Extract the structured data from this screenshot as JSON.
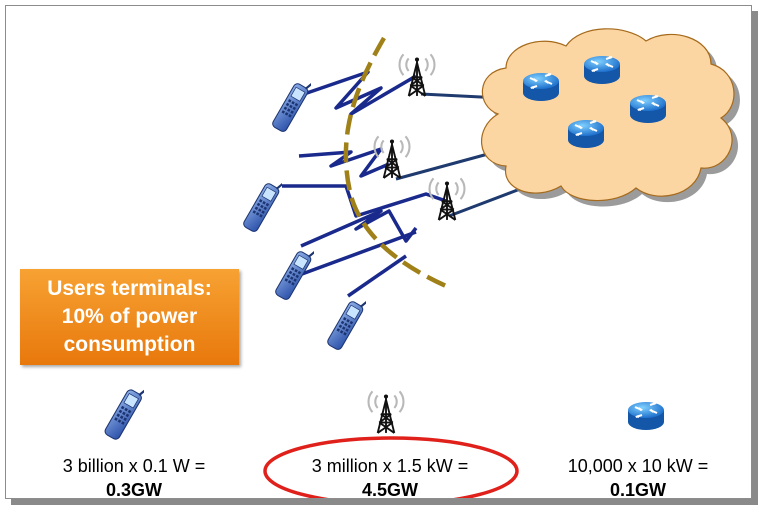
{
  "callout": {
    "lines": [
      "Users terminals:",
      "10% of power",
      "consumption"
    ]
  },
  "formulas": [
    {
      "equation": "3 billion x 0.1 W =",
      "result": "0.3GW"
    },
    {
      "equation": "3 million x 1.5 kW =",
      "result": "4.5GW"
    },
    {
      "equation": "10,000 x 10 kW =",
      "result": "0.1GW"
    }
  ],
  "icons": {
    "phone": "mobile-phone-icon",
    "tower": "base-station-tower-icon",
    "router": "router-icon",
    "cloud": "network-cloud-icon"
  },
  "colors": {
    "callout_bg": "#f0860f",
    "link_blue": "#1a2a8c",
    "core_link": "#1f3a6e",
    "dashed_boundary": "#a08018",
    "cloud_fill": "#fcd6a2",
    "router_blue": "#2b86d6",
    "highlight_ellipse": "#e0201a"
  }
}
